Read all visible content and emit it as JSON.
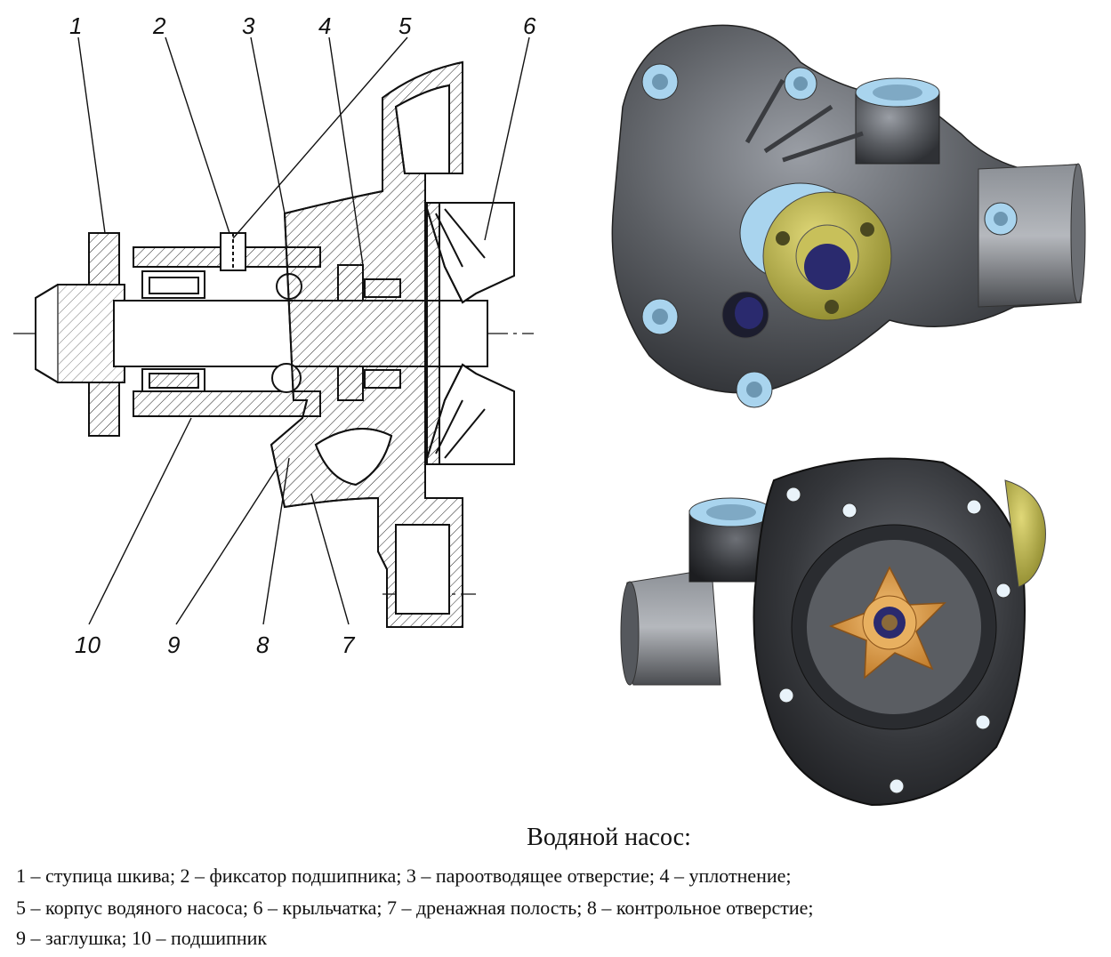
{
  "figure": {
    "callouts": [
      "1",
      "2",
      "3",
      "4",
      "5",
      "6",
      "7",
      "8",
      "9",
      "10"
    ]
  },
  "caption": {
    "title": "Водяной насос:",
    "lines": [
      "1 – ступица шкива; 2 – фиксатор подшипника; 3 – пароотводящее отверстие; 4 – уплотнение;",
      "5 – корпус водяного насоса; 6 – крыльчатка; 7 – дренажная полость; 8 – контрольное отверстие;",
      "9 – заглушка; 10 – подшипник"
    ]
  },
  "colors": {
    "housing": "#5b5e63",
    "housing_dark": "#3a3c40",
    "port_blue": "#a9d4ee",
    "hub_olive": "#b9b24a",
    "shaft_navy": "#2a2a6e",
    "impeller_orange": "#e3a24a",
    "line": "#111111"
  }
}
